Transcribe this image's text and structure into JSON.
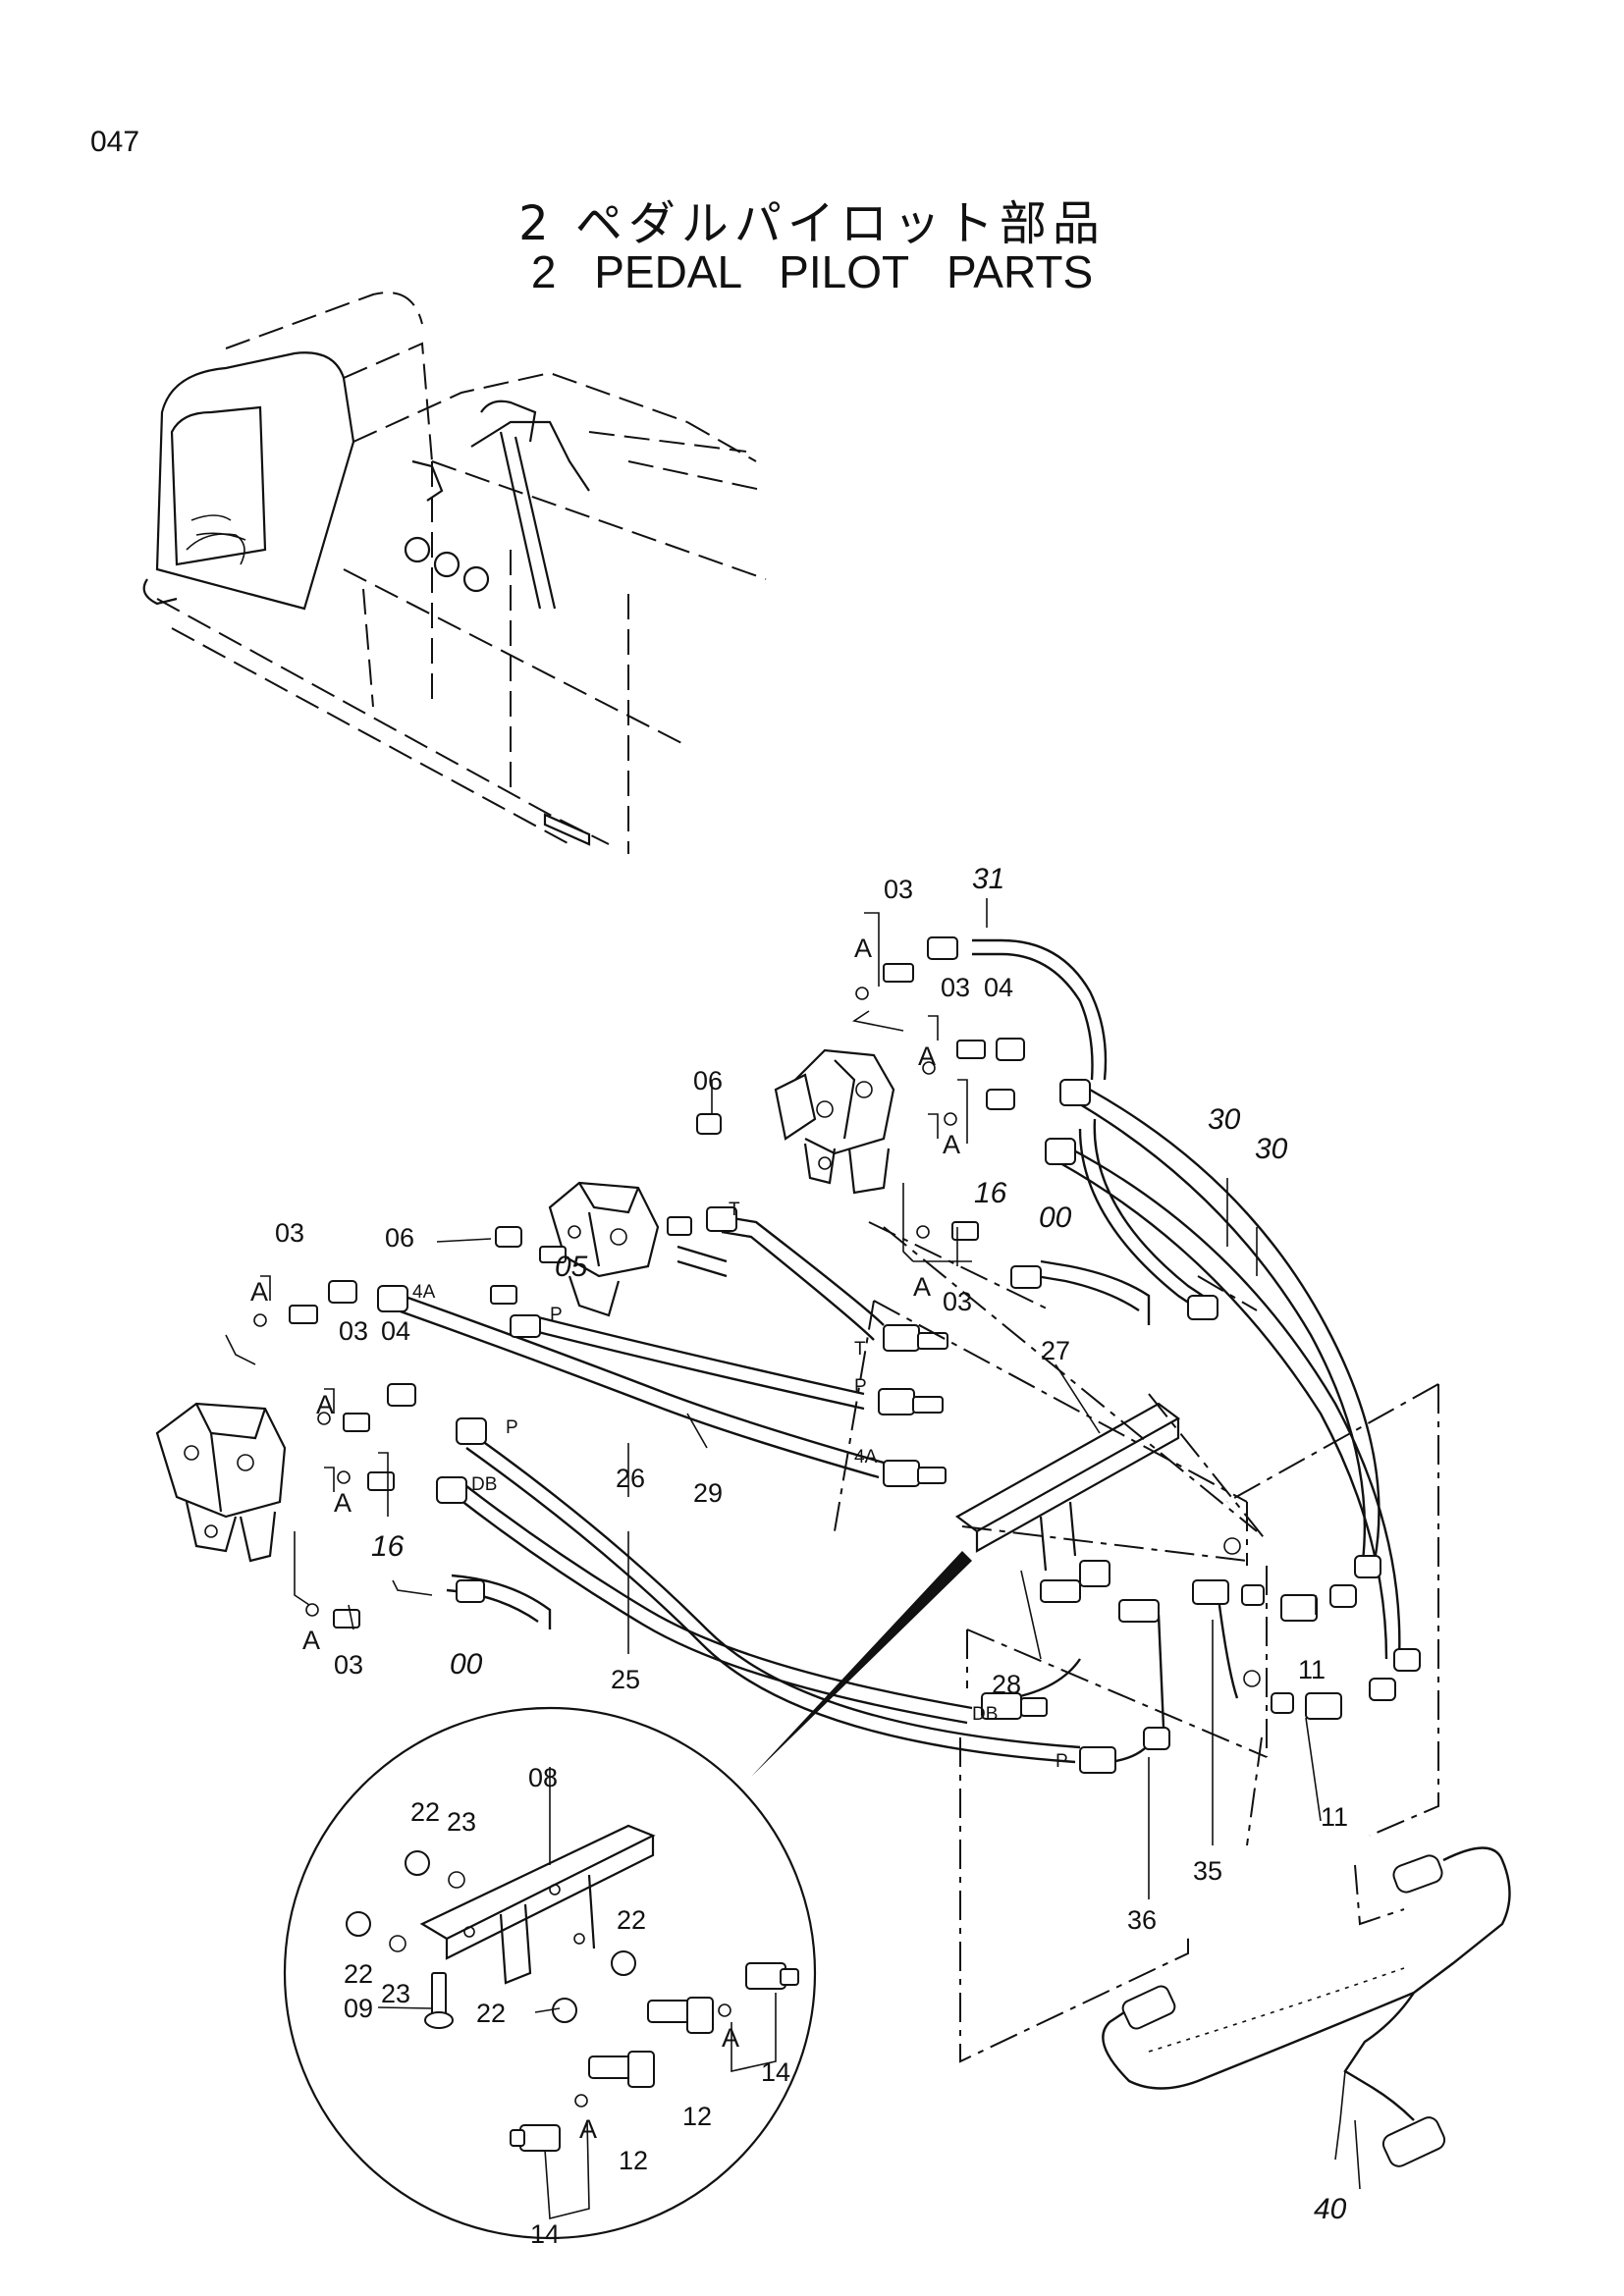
{
  "page_number": "047",
  "title_jp": "2 ペダルパイロット部品",
  "title_en": "2 PEDAL   PILOT   PARTS",
  "callouts": {
    "c00a": "00",
    "c00b": "00",
    "c03a": "03",
    "c03b": "03",
    "c03c": "03",
    "c03d": "03",
    "c03e": "03",
    "c03f": "03",
    "c04a": "04",
    "c04b": "04",
    "c05": "05",
    "c06a": "06",
    "c06b": "06",
    "c08": "08",
    "c09": "09",
    "c11a": "11",
    "c11b": "11",
    "c12a": "12",
    "c12b": "12",
    "c14a": "14",
    "c14b": "14",
    "c16a": "16",
    "c16b": "16",
    "c22a": "22",
    "c22b": "22",
    "c22c": "22",
    "c22d": "22",
    "c23a": "23",
    "c23b": "23",
    "c25": "25",
    "c26": "26",
    "c27": "27",
    "c28": "28",
    "c29": "29",
    "c30a": "30",
    "c30b": "30",
    "c31": "31",
    "c35": "35",
    "c36": "36",
    "c40": "40"
  },
  "ports": {
    "A1": "A",
    "A2": "A",
    "A3": "A",
    "A4": "A",
    "A5": "A",
    "A6": "A",
    "A7": "A",
    "A8": "A",
    "A9": "A",
    "A10": "A",
    "T1": "T",
    "T2": "T",
    "P1": "P",
    "P2": "P",
    "P3": "P",
    "P4": "P",
    "4A1": "4A",
    "4A2": "4A",
    "DB1": "DB",
    "DB2": "DB"
  }
}
